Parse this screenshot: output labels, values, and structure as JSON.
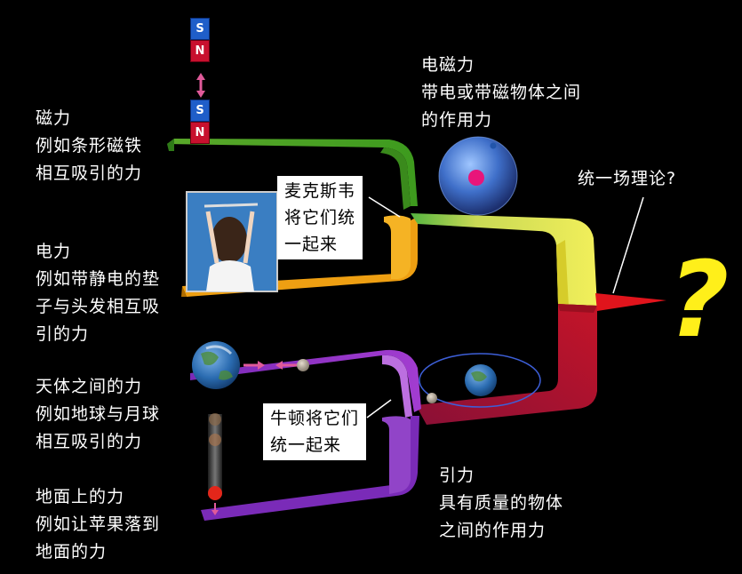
{
  "colors": {
    "magnetic": "#4fae2a",
    "electric": "#f0a410",
    "em_band": "#ecec5a",
    "celestial": "#9a2ec8",
    "ground": "#7d2bbd",
    "gravity": "#b3122a",
    "unified": "#e0141c",
    "question": "#ffef1a"
  },
  "labels": {
    "magnetic": {
      "title": "磁力",
      "desc1": "例如条形磁铁",
      "desc2": "相互吸引的力"
    },
    "electric": {
      "title": "电力",
      "desc1": "例如带静电的垫",
      "desc2": "子与头发相互吸",
      "desc3": "引的力"
    },
    "celestial": {
      "title": "天体之间的力",
      "desc1": "例如地球与月球",
      "desc2": "相互吸引的力"
    },
    "ground": {
      "title": "地面上的力",
      "desc1": "例如让苹果落到",
      "desc2": "地面的力"
    },
    "em": {
      "title": "电磁力",
      "desc1": "带电或带磁物体之间",
      "desc2": "的作用力"
    },
    "gravity": {
      "title": "引力",
      "desc1": "具有质量的物体",
      "desc2": "之间的作用力"
    },
    "unified": {
      "title": "统一场理论?"
    }
  },
  "maxwell_box": {
    "line1": "麦克斯韦",
    "line2": "将它们统",
    "line3": "一起来"
  },
  "newton_box": {
    "line1": "牛顿将它们",
    "line2": "统一起来"
  },
  "magnet_letters": {
    "s": "S",
    "n": "N"
  },
  "question_mark": "?",
  "icons": [
    "magnet-icon",
    "static-hair-photo",
    "atom-icon",
    "earth-icon",
    "moon-icon",
    "apple-icon",
    "orbit-icon"
  ]
}
